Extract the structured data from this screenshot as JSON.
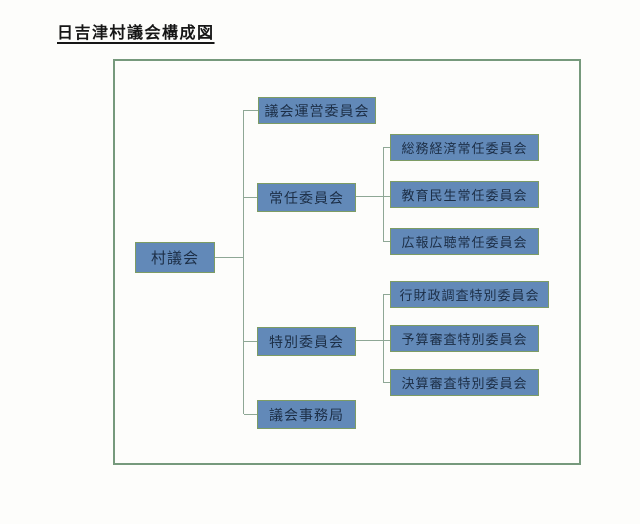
{
  "diagram": {
    "title": "日吉津村議会構成図",
    "root": {
      "label": "村議会"
    },
    "branches": [
      {
        "label": "議会運営委員会",
        "children": []
      },
      {
        "label": "常任委員会",
        "children": [
          {
            "label": "総務経済常任委員会"
          },
          {
            "label": "教育民生常任委員会"
          },
          {
            "label": "広報広聴常任委員会"
          }
        ]
      },
      {
        "label": "特別委員会",
        "children": [
          {
            "label": "行財政調査特別委員会"
          },
          {
            "label": "予算審査特別委員会"
          },
          {
            "label": "決算審査特別委員会"
          }
        ]
      },
      {
        "label": "議会事務局",
        "children": []
      }
    ],
    "colors": {
      "box_fill": "#6289b8",
      "box_border": "#7d9c64",
      "frame_border": "#76997c",
      "connector": "#8ea795",
      "text": "#1c2e46",
      "background": "#fdfdfb"
    }
  }
}
